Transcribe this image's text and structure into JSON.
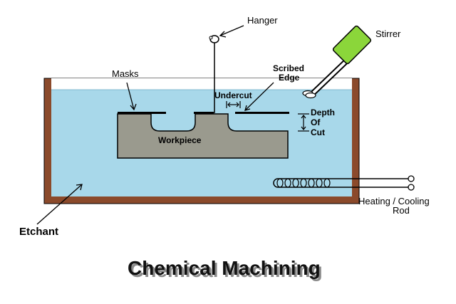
{
  "diagram": {
    "title": "Chemical Machining",
    "labels": {
      "hanger": "Hanger",
      "stirrer": "Stirrer",
      "masks": "Masks",
      "scribed_edge_line1": "Scribed",
      "scribed_edge_line2": "Edge",
      "undercut": "Undercut",
      "depth_line1": "Depth",
      "depth_line2": "Of",
      "depth_line3": "Cut",
      "workpiece": "Workpiece",
      "heating_line1": "Heating / Cooling",
      "heating_line2": "Rod",
      "etchant": "Etchant"
    },
    "colors": {
      "tank_wall": "#8b4a2b",
      "etchant": "#a8d8ea",
      "workpiece": "#9a9a8e",
      "stirrer_handle": "#8bd63a",
      "outline": "#000000"
    }
  }
}
